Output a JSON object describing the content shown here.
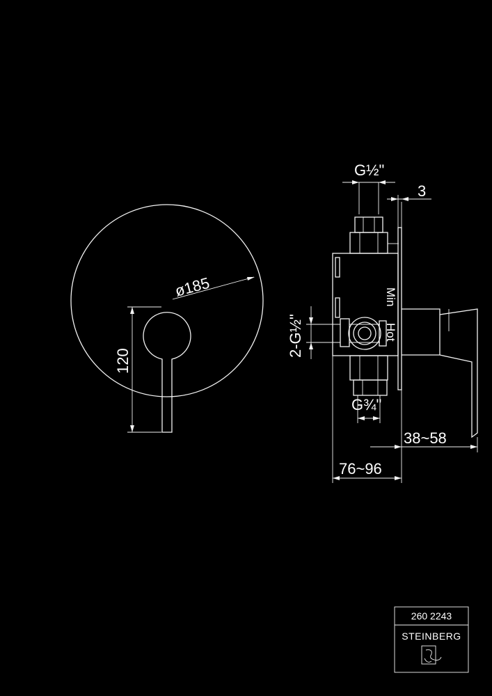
{
  "front_view": {
    "diameter_label": "ø185",
    "height_label": "120"
  },
  "side_view": {
    "top_thread_label": "G½\"",
    "plate_thickness_label": "3",
    "side_thread_label": "2-G½\"",
    "bottom_thread_label": "G¾\"",
    "min_label": "Min",
    "hot_label": "Hot",
    "depth_range_label": "38~58",
    "total_range_label": "76~96"
  },
  "title_block": {
    "article_number": "260 2243",
    "brand": "STEINBERG"
  },
  "colors": {
    "background": "#000000",
    "line": "#f2f2f2",
    "text": "#ffffff"
  }
}
